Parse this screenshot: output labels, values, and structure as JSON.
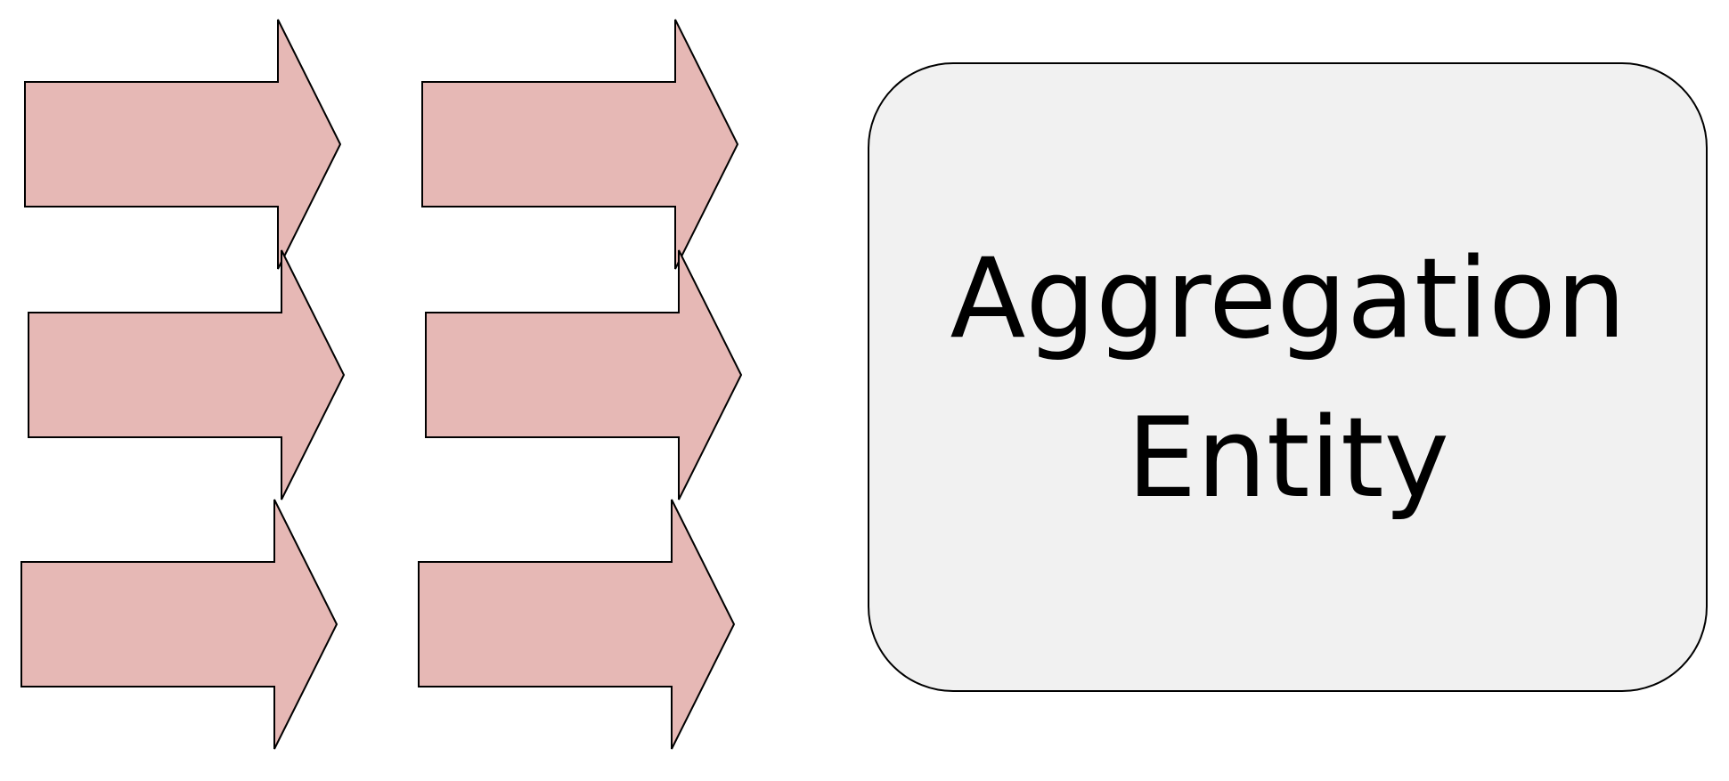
{
  "diagram": {
    "entity": {
      "label_line_1": "Aggregation",
      "label_line_2": "Entity"
    },
    "arrows": {
      "count": 6,
      "columns": 2,
      "rows": 3,
      "direction": "right"
    }
  },
  "colors": {
    "arrow_fill": "#e6b8b5",
    "arrow_stroke": "#000000",
    "box_fill": "#f1f1f1",
    "box_stroke": "#000000",
    "text": "#000000"
  }
}
